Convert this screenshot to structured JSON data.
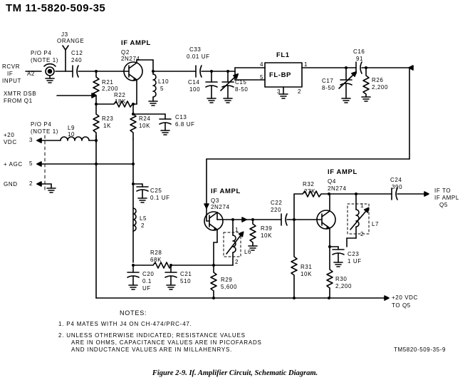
{
  "header": {
    "title": "TM 11-5820-509-35"
  },
  "labels": {
    "rcvr": "RCVR",
    "if_in": "IF",
    "input": "INPUT",
    "p4_top": "P/O P4",
    "note1_top": "(NOTE 1)",
    "j3": "J3",
    "orange": "ORANGE",
    "a2": "A2",
    "xmtr": "XMTR DSB",
    "from_q1": "FROM Q1",
    "p4_mid": "P/O P4",
    "note1_mid": "(NOTE 1)",
    "plus20": "+20",
    "vdc": "VDC",
    "agc": "+ AGC",
    "gnd": "GND",
    "pin3": "3",
    "pin5": "5",
    "pin2": "2",
    "c12": "C12",
    "c12v": "240",
    "if_ampl1": "IF AMPL",
    "q2": "Q2",
    "q2t": "2N274",
    "r21": "R21",
    "r21v": "2,200",
    "r22": "R22",
    "r22v": "18K",
    "r23": "R23",
    "r23v": "1K",
    "r24": "R24",
    "r24v": "10K",
    "c13": "C13",
    "c13v": "6.8 UF",
    "l10": "L10",
    "l10v": "5",
    "l9": "L9",
    "l9v": "10",
    "c33": "C33",
    "c33v": "0.01 UF",
    "c14": "C14",
    "c14v": "100",
    "c15": "C15",
    "c15v": "8-50",
    "fl1": "FL1",
    "flbp": "FL-BP",
    "fl_p4": "4",
    "fl_p5": "5",
    "fl_p3": "3",
    "fl_p2": "2",
    "fl_p1": "1",
    "c16": "C16",
    "c16v": "91",
    "c17": "C17",
    "c17v": "8-50",
    "r26": "R26",
    "r26v": "2,200",
    "c25": "C25",
    "c25v": "0.1 UF",
    "l5": "L5",
    "l5v": "2",
    "if_ampl2": "IF AMPL",
    "q3": "Q3",
    "q3t": "2N274",
    "c22": "C22",
    "c22v": "220",
    "r39": "R39",
    "r39v": "10K",
    "l6": "L6",
    "l6p1": "1",
    "l6p2": "2",
    "r28": "R28",
    "r28v": "68K",
    "c20": "C20",
    "c20v1": "0.1",
    "c20v2": "UF",
    "c21": "C21",
    "c21v": "510",
    "r29": "R29",
    "r29v": "5,600",
    "if_ampl3": "IF AMPL",
    "q4": "Q4",
    "q4t": "2N274",
    "r32": "R32",
    "r32v": "27K",
    "c24": "C24",
    "c24v": "390",
    "l7": "L7",
    "l7p1": "1",
    "l7p2": "2",
    "c23": "C23",
    "c23v": "1 UF",
    "r31": "R31",
    "r31v": "10K",
    "r30": "R30",
    "r30v": "2,200",
    "if_to": "IF TO",
    "if_ampl_out": "IF AMPL",
    "q5": "Q5",
    "vdc_out": "+20 VDC",
    "to_q5": "TO Q5"
  },
  "notes": {
    "heading": "NOTES:",
    "n1": "1.  P4 MATES WITH J4 ON CH-474/PRC-47.",
    "n2a": "2.  UNLESS OTHERWISE INDICATED; RESISTANCE VALUES",
    "n2b": "ARE IN OHMS, CAPACITANCE VALUES ARE IN PICOFARADS",
    "n2c": "AND INDUCTANCE VALUES ARE IN MILLAHENRYS."
  },
  "figure_id": "TM5820-509-35-9",
  "caption": "Figure 2-9.  If. Amplifier Circuit, Schematic Diagram."
}
